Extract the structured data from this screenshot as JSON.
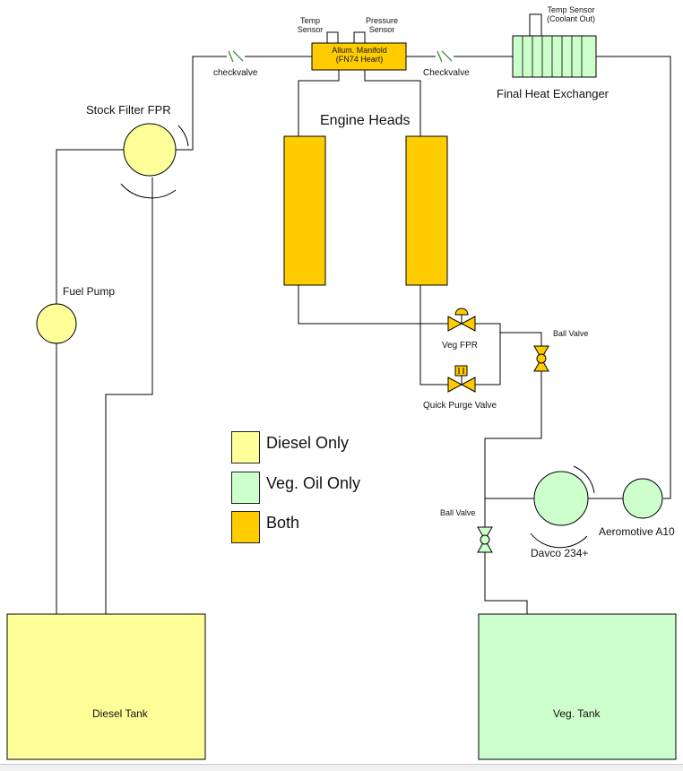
{
  "colors": {
    "diesel": "#ffff99",
    "veg": "#ccffcc",
    "both": "#ffcc00",
    "line": "#000000"
  },
  "labels": {
    "temp_sensor": "Temp\nSensor",
    "pressure_sensor": "Pressure\nSensor",
    "manifold": "Allum. Manifold\n(FN74 Heart)",
    "checkvalve_left": "checkvalve",
    "checkvalve_right": "Checkvalve",
    "temp_sensor_coolant": "Temp Sensor\n(Coolant Out)",
    "final_heat_exchanger": "Final Heat Exchanger",
    "stock_filter_fpr": "Stock Filter FPR",
    "engine_heads": "Engine Heads",
    "fuel_pump": "Fuel Pump",
    "veg_fpr": "Veg FPR",
    "quick_purge_valve": "Quick Purge Valve",
    "ball_valve_upper": "Ball Valve",
    "ball_valve_lower": "Ball Valve",
    "davco": "Davco 234+",
    "aeromotive": "Aeromotive A10",
    "diesel_tank": "Diesel Tank",
    "veg_tank": "Veg. Tank"
  },
  "legend": [
    {
      "label": "Diesel Only",
      "color": "#ffff99"
    },
    {
      "label": "Veg. Oil Only",
      "color": "#ccffcc"
    },
    {
      "label": "Both",
      "color": "#ffcc00"
    }
  ]
}
